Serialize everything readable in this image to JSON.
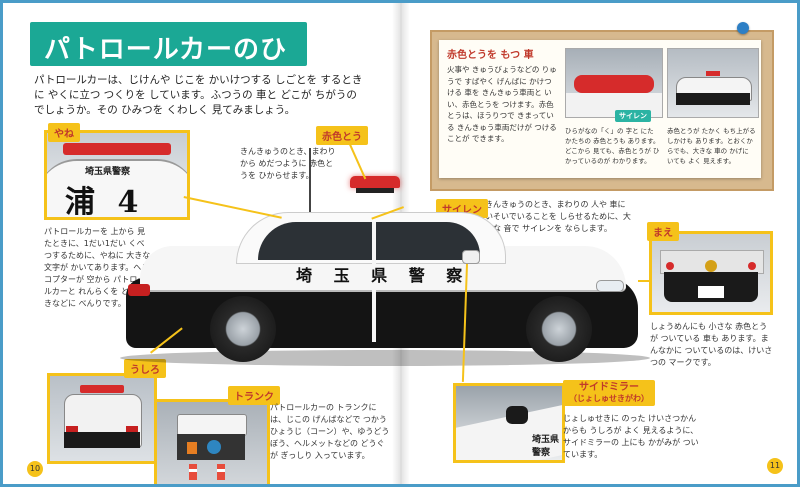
{
  "title": "パトロールカーのひみつ",
  "intro": "パトロールカーは、じけんや じこを かいけつする しごとを するときに やくに立つ つくりを しています。ふつうの 車と どこが ちがうのでしょうか。その ひみつを くわしく 見てみましょう。",
  "car": {
    "door_text": "埼 玉 県 警 察",
    "brand_text": "埼玉県警察"
  },
  "roof": {
    "label": "やね",
    "photo_text": "浦 4",
    "text": "パトロールカーを 上から 見たときに、1だい1だい くべつするために、やねに 大きな 文字が かいてあります。ヘリコプターが 空から パトロールカーと れんらくを とるときなどに べんりです。"
  },
  "redlight": {
    "label": "赤色とう",
    "text": "きんきゅうのとき、まわりから めだつように 赤色とうを ひからせます。"
  },
  "siren": {
    "label": "サイレン",
    "text": "きんきゅうのとき、まわりの 人や 車に いそいでいることを しらせるために、大きな 音で サイレンを ならします。"
  },
  "note": {
    "heading": "赤色とうを もつ 車",
    "left": "火事や きゅうびょうなどの りゅうで すばやく げんばに かけつける 車を きんきゅう車両と いい、赤色とうを つけます。赤色とうは、ほうりつで きまっている きんきゅう車両だけが つけることが できます。",
    "caption_tag": "サイレン",
    "caption": "ひらがなの「く」の 字と にた かたちの 赤色とうも あります。どこから 見ても、赤色とうが ひかっているのが わかります。",
    "right": "赤色とうが たかく もち上がる しかけも あります。とおくからでも、大きな 車の かげに いても よく 見えます。"
  },
  "front": {
    "label": "まえ",
    "text": "しょうめんにも 小さな 赤色とうが ついている 車も あります。まんなかに ついているのは、けいさつの マークです。"
  },
  "rear": {
    "label": "うしろ"
  },
  "trunk": {
    "label": "トランク",
    "text": "パトロールカーの トランクには、じこの げんばなどで つかう ひょうじ（コーン）や、ゆうどうぼう、ヘルメットなどの どうぐが ぎっしり 入っています。"
  },
  "mirror": {
    "label": "サイドミラー",
    "label_reading": "（じょしゅせきがわ）",
    "text": "じょしゅせきに のった けいさつかんからも うしろが よく 見えるように、サイドミラーの 上にも かがみが ついています。"
  },
  "pages": {
    "left": "10",
    "right": "11"
  },
  "colors": {
    "title_bg": "#1ba895",
    "label_bg": "#f5c21a",
    "label_text": "#c0392b",
    "cover": "#4a9cc8",
    "cork": "#d7b98e"
  }
}
